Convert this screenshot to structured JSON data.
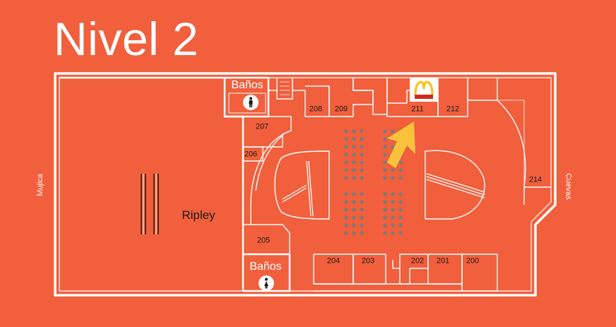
{
  "title": "Nivel 2",
  "streets": {
    "left": "Mujica",
    "right": "Cuevas"
  },
  "anchor_store": "Ripley",
  "restrooms": [
    {
      "label": "Baños",
      "icon": "man-icon"
    },
    {
      "label": "Baños",
      "icon": "woman-icon"
    }
  ],
  "units": {
    "u200": "200",
    "u201": "201",
    "u202": "202",
    "u203": "203",
    "u204": "204",
    "u205": "205",
    "u206": "206",
    "u207": "207",
    "u208": "208",
    "u209": "209",
    "u211": "211",
    "u212": "212",
    "u214": "214"
  },
  "highlight": {
    "unit": "211",
    "brand_icon": "mcdonalds-logo-icon",
    "marker_icon": "arrow-icon",
    "marker_color": "#f9c23c"
  },
  "colors": {
    "background": "#f15f3c",
    "lines": "#ffffff",
    "seats": "#7b7b7b",
    "unit_text": "#1b1b1b"
  }
}
